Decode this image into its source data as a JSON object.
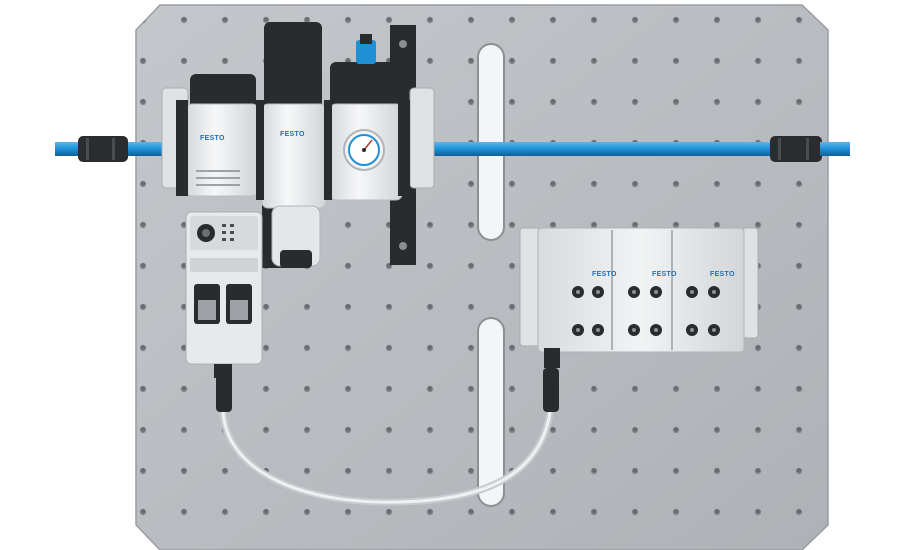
{
  "scene": {
    "brand": {
      "service_unit_front_1": "FESTO",
      "service_unit_front_2": "FESTO",
      "valve_module_1": "FESTO",
      "valve_module_2": "FESTO",
      "valve_module_3": "FESTO"
    },
    "colors": {
      "plate": "#b9bcc0",
      "tube": "#1f8fd6",
      "housing": "#eceff1",
      "dark": "#2a2b2d",
      "cable": "#d7dadd"
    },
    "objects": [
      "mounting-plate",
      "slot-top",
      "slot-bottom",
      "air-tube-left",
      "air-tube-right",
      "filter-regulator-unit",
      "pressure-gauge",
      "bus-node-module",
      "valve-terminal",
      "m12-cable"
    ]
  }
}
